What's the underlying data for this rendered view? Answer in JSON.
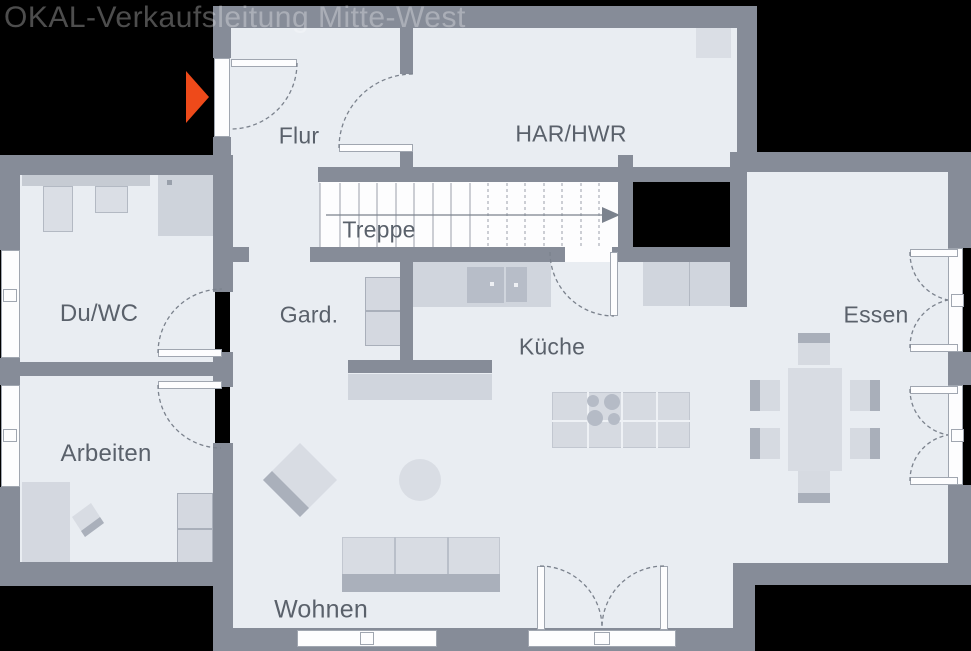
{
  "title": "OKAL-Verkaufsleitung Mitte-West",
  "rooms": {
    "flur": {
      "label": "Flur"
    },
    "har_hwr": {
      "label": "HAR/HWR"
    },
    "treppe": {
      "label": "Treppe"
    },
    "du_wc": {
      "label": "Du/WC"
    },
    "gard": {
      "label": "Gard."
    },
    "kueche": {
      "label": "Küche"
    },
    "essen": {
      "label": "Essen"
    },
    "arbeiten": {
      "label": "Arbeiten"
    },
    "wohnen": {
      "label": "Wohnen"
    }
  },
  "icons": {
    "entrance_arrow": "right-pointing-triangle"
  },
  "colors": {
    "background": "#000000",
    "wall": "#868c98",
    "floor": "#e9edf2",
    "white": "#fdfdfe",
    "furniture_light": "#d7dbe2",
    "furniture_dark": "#a9afba",
    "counter": "#d0d5dd",
    "appliance": "#b7bdc8",
    "label_text": "#5a616b",
    "entrance_arrow": "#ee4a1a",
    "title_text": "rgba(255,255,255,0.30)"
  }
}
